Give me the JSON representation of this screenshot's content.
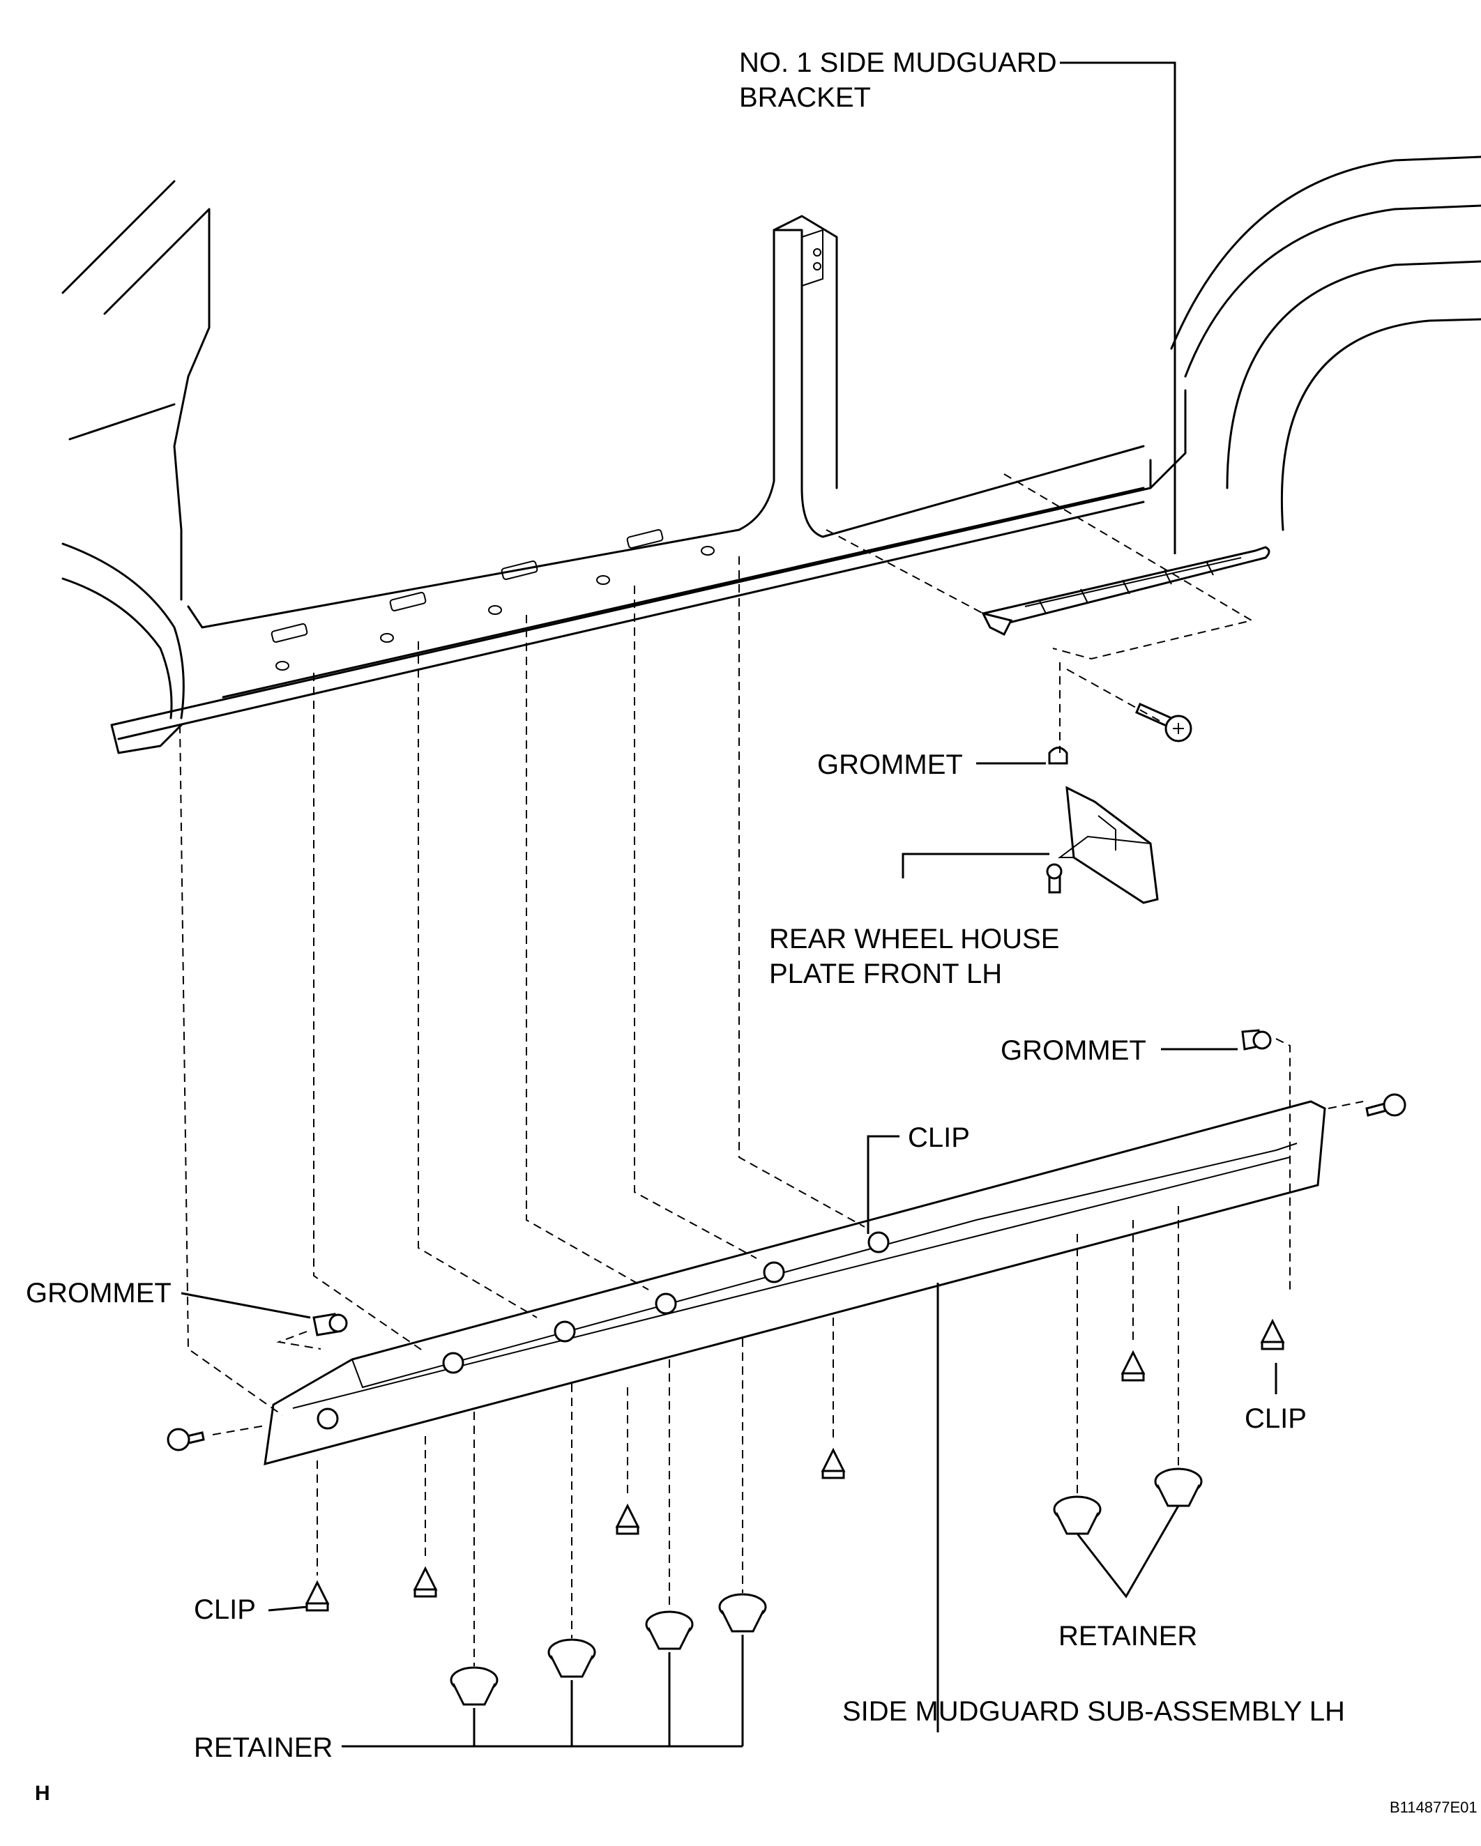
{
  "labels": {
    "bracket_line1": "NO. 1 SIDE MUDGUARD",
    "bracket_line2": "BRACKET",
    "grommet_upper": "GROMMET",
    "plate_line1": "REAR WHEEL HOUSE",
    "plate_line2": "PLATE FRONT LH",
    "grommet_right": "GROMMET",
    "clip_upper": "CLIP",
    "grommet_left": "GROMMET",
    "clip_right": "CLIP",
    "clip_left": "CLIP",
    "retainer_right": "RETAINER",
    "side_mudguard": "SIDE MUDGUARD SUB-ASSEMBLY LH",
    "retainer_bottom": "RETAINER",
    "corner_mark": "H",
    "figure_code": "B114877E01"
  }
}
